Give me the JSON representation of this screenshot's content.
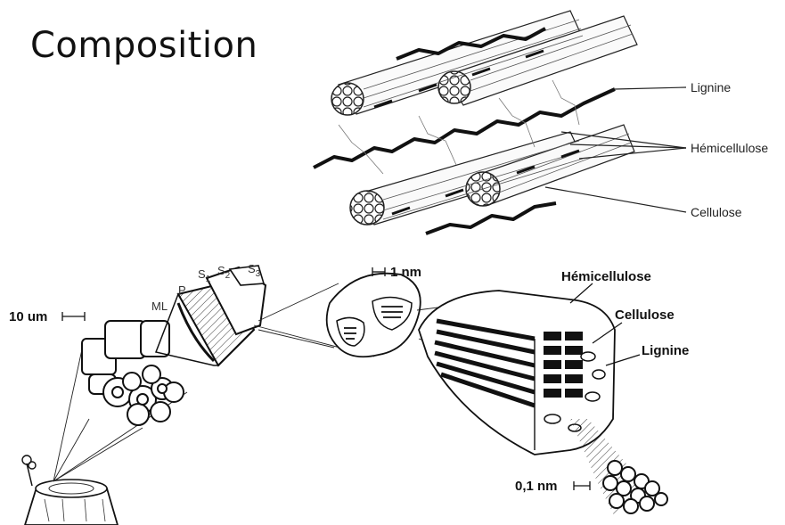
{
  "title": "Composition",
  "top_diagram": {
    "labels": [
      "Lignine",
      "Hémicellulose",
      "Cellulose"
    ]
  },
  "bottom_diagram": {
    "scale_labels": [
      "10 um",
      "1 nm",
      "0,1 nm"
    ],
    "wall_layers": [
      "ML",
      "P",
      "S",
      "S",
      "S"
    ],
    "layer_subscripts": [
      "1",
      "2",
      "3"
    ],
    "labels": [
      "Hémicellulose",
      "Cellulose",
      "Lignine"
    ]
  },
  "colors": {
    "ink": "#111111",
    "background": "#ffffff"
  }
}
